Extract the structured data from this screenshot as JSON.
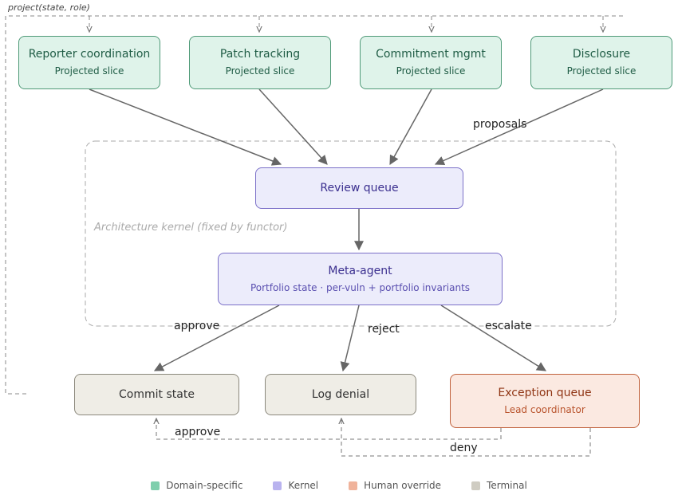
{
  "diagram": {
    "project_label": "project(state, role)",
    "kernel_label": "Architecture kernel (fixed by functor)",
    "domain_boxes": [
      {
        "title": "Reporter coordination",
        "subtitle": "Projected slice"
      },
      {
        "title": "Patch tracking",
        "subtitle": "Projected slice"
      },
      {
        "title": "Commitment mgmt",
        "subtitle": "Projected slice"
      },
      {
        "title": "Disclosure",
        "subtitle": "Projected slice"
      }
    ],
    "review_queue": {
      "title": "Review queue"
    },
    "meta_agent": {
      "title": "Meta-agent",
      "subtitle": "Portfolio state · per-vuln + portfolio invariants"
    },
    "commit_state": {
      "title": "Commit state"
    },
    "log_denial": {
      "title": "Log denial"
    },
    "exception_queue": {
      "title": "Exception queue",
      "subtitle": "Lead coordinator"
    },
    "edge_labels": {
      "proposals": "proposals",
      "approve": "approve",
      "reject": "reject",
      "escalate": "escalate",
      "human_approve": "approve",
      "human_deny": "deny"
    }
  },
  "legend": [
    {
      "label": "Domain-specific",
      "color": "#7fcfad"
    },
    {
      "label": "Kernel",
      "color": "#b9b3ef"
    },
    {
      "label": "Human override",
      "color": "#f0b39b"
    },
    {
      "label": "Terminal",
      "color": "#cfccc2"
    }
  ]
}
